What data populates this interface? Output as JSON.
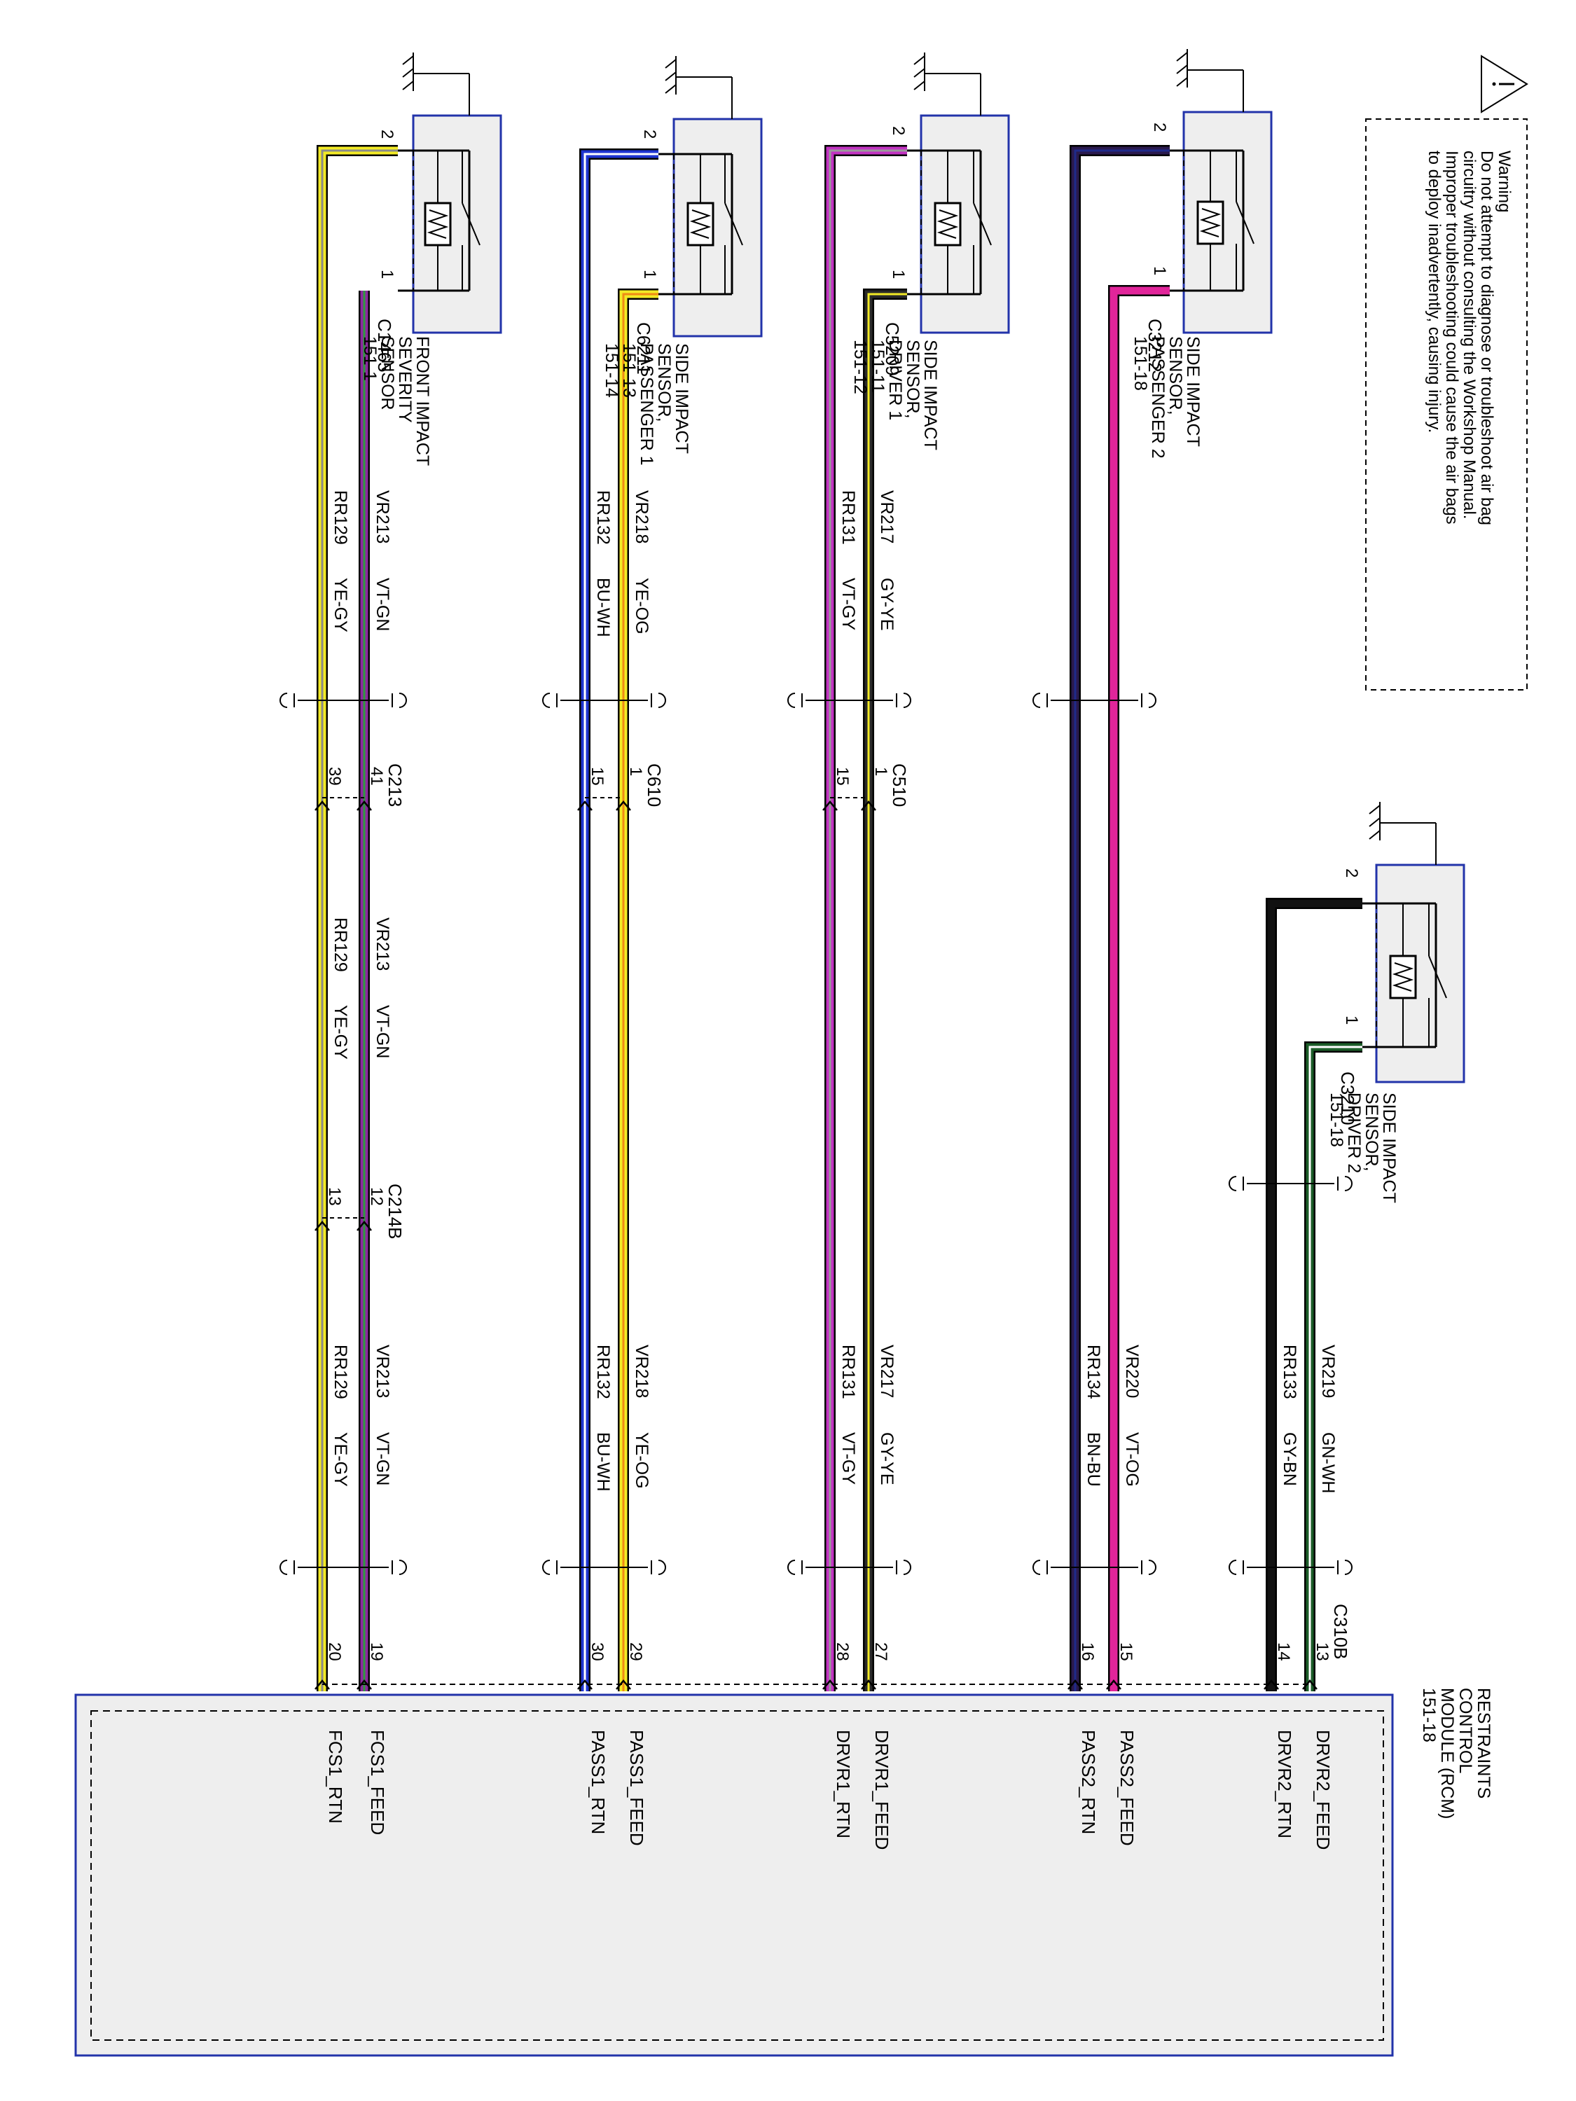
{
  "warning": {
    "lines": [
      "Warning",
      "Do not attempt to diagnose or troubleshoot air bag",
      "circuitry without consulting the Workshop Manual.",
      "Improper troubleshooting could cause the air bags",
      "to deploy inadvertently, causing injury."
    ]
  },
  "module": {
    "name_lines": [
      "RESTRAINTS",
      "CONTROL",
      "MODULE (RCM)",
      "151-18"
    ]
  },
  "sensors": [
    {
      "id": "fcs1",
      "connector": "C1465",
      "name_lines": [
        "FRONT IMPACT",
        "SEVERITY",
        "SENSOR",
        "151-1"
      ]
    },
    {
      "id": "pass1",
      "connector": "C6211",
      "name_lines": [
        "SIDE IMPACT",
        "SENSOR,",
        "PASSENGER 1",
        "151-13",
        "151-14"
      ]
    },
    {
      "id": "drvr1",
      "connector": "C5209",
      "name_lines": [
        "SIDE IMPACT",
        "SENSOR,",
        "DRIVER 1",
        "151-11",
        "151-12"
      ]
    },
    {
      "id": "pass2",
      "connector": "C3212",
      "name_lines": [
        "SIDE IMPACT",
        "SENSOR,",
        "PASSENGER 2",
        "151-18"
      ]
    },
    {
      "id": "drvr2",
      "connector": "C3210",
      "name_lines": [
        "SIDE IMPACT",
        "SENSOR,",
        "DRIVER 2",
        "151-18"
      ]
    }
  ],
  "inline_connectors": [
    "C213",
    "C214B",
    "C610",
    "C510",
    "C310B"
  ],
  "wires": [
    {
      "circuit": "VR213",
      "color": "VT-GN",
      "stroke": "#8b2a9e",
      "stripe": "#2e9a3e",
      "sensor_pin": "1",
      "inline1_pin": "41",
      "inline2_pin": "12",
      "rcm_pin": "19",
      "rcm_signal": "FCS1_FEED"
    },
    {
      "circuit": "RR129",
      "color": "YE-GY",
      "stroke": "#f2ea26",
      "stripe": "#8a8a8a",
      "sensor_pin": "2",
      "inline1_pin": "39",
      "inline2_pin": "13",
      "rcm_pin": "20",
      "rcm_signal": "FCS1_RTN"
    },
    {
      "circuit": "VR218",
      "color": "YE-OG",
      "stroke": "#f2ea26",
      "stripe": "#f08a16",
      "sensor_pin": "1",
      "inline1_pin": "1",
      "rcm_pin": "29",
      "rcm_signal": "PASS1_FEED"
    },
    {
      "circuit": "RR132",
      "color": "BU-WH",
      "stroke": "#1f35d1",
      "stripe": "#ffffff",
      "sensor_pin": "2",
      "inline1_pin": "15",
      "rcm_pin": "30",
      "rcm_signal": "PASS1_RTN"
    },
    {
      "circuit": "VR217",
      "color": "GY-YE",
      "stroke": "#2a2a2a",
      "stripe": "#f2ea26",
      "sensor_pin": "1",
      "inline1_pin": "1",
      "rcm_pin": "27",
      "rcm_signal": "DRVR1_FEED"
    },
    {
      "circuit": "RR131",
      "color": "VT-GY",
      "stroke": "#c233c2",
      "stripe": "#9a9a9a",
      "sensor_pin": "2",
      "inline1_pin": "15",
      "rcm_pin": "28",
      "rcm_signal": "DRVR1_RTN"
    },
    {
      "circuit": "VR220",
      "color": "VT-OG",
      "stroke": "#e1259a",
      "stripe": "#e1259a",
      "sensor_pin": "1",
      "rcm_pin": "15",
      "rcm_signal": "PASS2_FEED"
    },
    {
      "circuit": "RR134",
      "color": "BN-BU",
      "stroke": "#2a1a4e",
      "stripe": "#1f2a8a",
      "sensor_pin": "2",
      "rcm_pin": "16",
      "rcm_signal": "PASS2_RTN"
    },
    {
      "circuit": "VR219",
      "color": "GN-WH",
      "stroke": "#1d5e2a",
      "stripe": "#ffffff",
      "sensor_pin": "1",
      "rcm_pin": "13",
      "rcm_signal": "DRVR2_FEED"
    },
    {
      "circuit": "RR133",
      "color": "GY-BN",
      "stroke": "#111111",
      "stripe": "#111111",
      "sensor_pin": "2",
      "rcm_pin": "14",
      "rcm_signal": "DRVR2_RTN"
    }
  ]
}
